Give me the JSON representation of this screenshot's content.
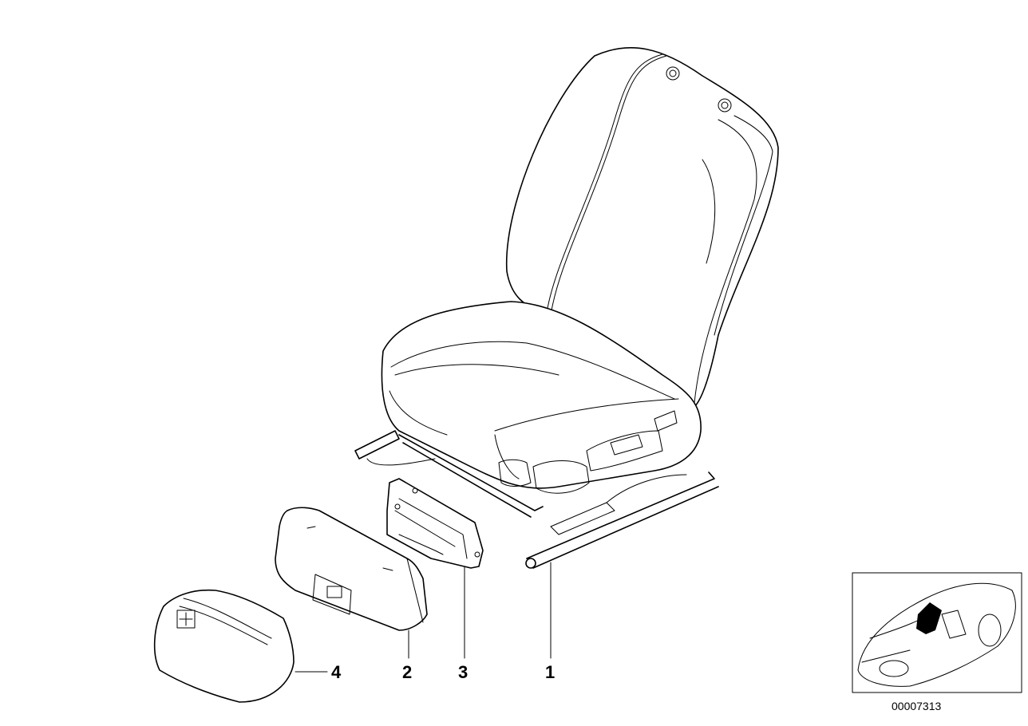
{
  "callouts": [
    {
      "id": "part-1",
      "label": "1"
    },
    {
      "id": "part-2",
      "label": "2"
    },
    {
      "id": "part-3",
      "label": "3"
    },
    {
      "id": "part-4",
      "label": "4"
    }
  ],
  "reference_number": "00007313"
}
